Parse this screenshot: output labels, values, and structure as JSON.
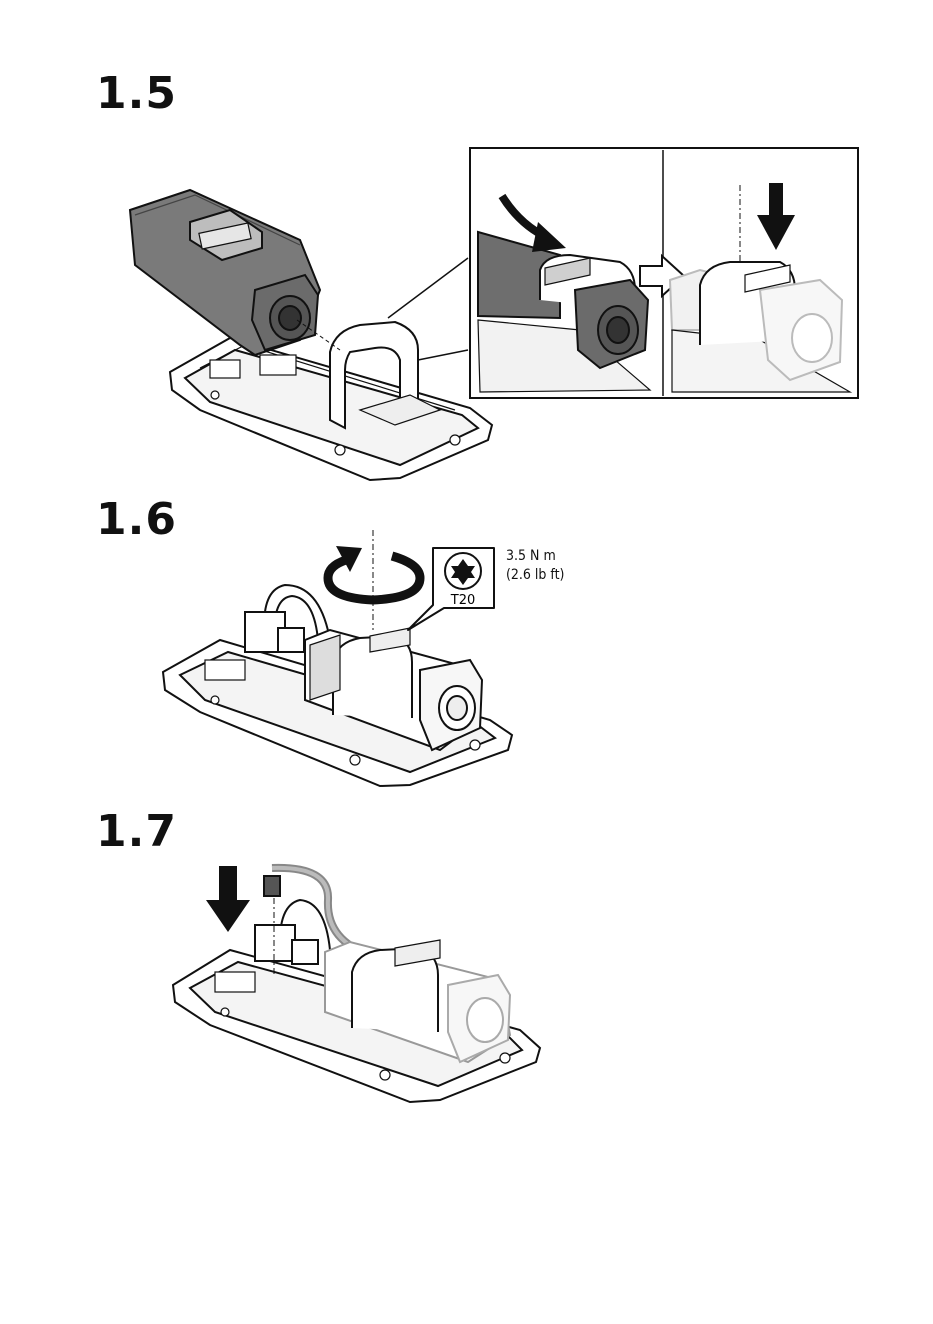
{
  "steps": {
    "s15": {
      "number": "1.5"
    },
    "s16": {
      "number": "1.6",
      "torque_line1": "3.5 N m",
      "torque_line2": "(2.6 lb ft)",
      "bit": "T20"
    },
    "s17": {
      "number": "1.7"
    }
  },
  "icons": [
    "curved-arrow-icon",
    "down-arrow-icon",
    "right-outline-arrow-icon",
    "rotate-clockwise-icon",
    "torx-bit-icon"
  ],
  "colors": {
    "ink": "#111111",
    "dark_fill": "#7a7a7a",
    "light_fill": "#ededed"
  }
}
